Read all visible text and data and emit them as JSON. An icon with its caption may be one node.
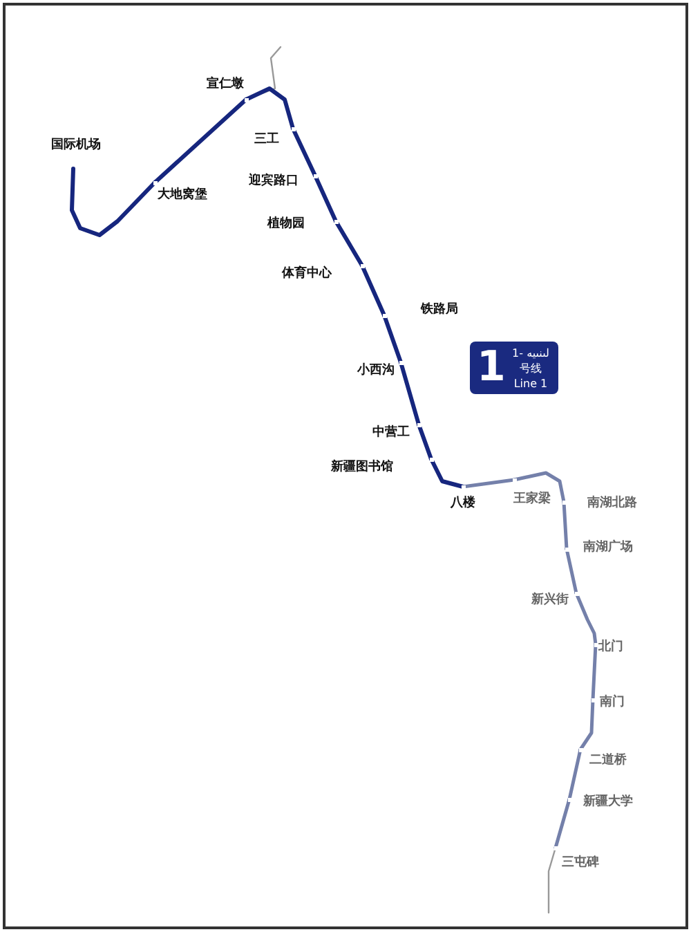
{
  "diagram": {
    "nodes": [
      {
        "text": [
          "国际机场"
        ]
      },
      {
        "text": [
          "大地窝堡"
        ]
      },
      {
        "text": [
          "宣仁墩"
        ]
      },
      {
        "text": [
          "三工"
        ]
      },
      {
        "text": [
          "迎宾路口"
        ]
      },
      {
        "text": [
          "植物园"
        ]
      },
      {
        "text": [
          "体育中心"
        ]
      },
      {
        "text": [
          "铁路局"
        ]
      },
      {
        "text": [
          "小西沟"
        ]
      },
      {
        "text": [
          "中营工"
        ]
      },
      {
        "text": [
          "新疆图书馆"
        ]
      },
      {
        "text": [
          "八楼"
        ]
      },
      {
        "text": [
          "王家梁"
        ]
      },
      {
        "text": [
          "南湖北路"
        ]
      },
      {
        "text": [
          "南湖广场"
        ]
      },
      {
        "text": [
          "新兴街"
        ]
      },
      {
        "text": [
          "北门"
        ]
      },
      {
        "text": [
          "南门"
        ]
      },
      {
        "text": [
          "二道桥"
        ]
      },
      {
        "text": [
          "新疆大学"
        ]
      },
      {
        "text": [
          "三屯碑"
        ]
      },
      {
        "text": [
          "1",
          "1- لىنىيە",
          "号线",
          "Line 1"
        ]
      }
    ],
    "edges": [
      {
        "from": 0,
        "to": 1,
        "arrow": "none"
      },
      {
        "from": 1,
        "to": 2,
        "arrow": "none"
      },
      {
        "from": 2,
        "to": 3,
        "arrow": "none"
      },
      {
        "from": 3,
        "to": 4,
        "arrow": "none"
      },
      {
        "from": 4,
        "to": 5,
        "arrow": "none"
      },
      {
        "from": 5,
        "to": 6,
        "arrow": "none"
      },
      {
        "from": 6,
        "to": 7,
        "arrow": "none"
      },
      {
        "from": 7,
        "to": 8,
        "arrow": "none"
      },
      {
        "from": 8,
        "to": 9,
        "arrow": "none"
      },
      {
        "from": 9,
        "to": 10,
        "arrow": "none"
      },
      {
        "from": 10,
        "to": 11,
        "arrow": "none"
      },
      {
        "from": 11,
        "to": 12,
        "arrow": "none",
        "color": "#7480aa"
      },
      {
        "from": 12,
        "to": 13,
        "arrow": "none",
        "color": "#7480aa"
      },
      {
        "from": 13,
        "to": 14,
        "arrow": "none",
        "color": "#7480aa"
      },
      {
        "from": 14,
        "to": 15,
        "arrow": "none",
        "color": "#7480aa"
      },
      {
        "from": 15,
        "to": 16,
        "arrow": "none",
        "color": "#7480aa"
      },
      {
        "from": 16,
        "to": 17,
        "arrow": "none",
        "color": "#7480aa"
      },
      {
        "from": 17,
        "to": 18,
        "arrow": "none",
        "color": "#7480aa"
      },
      {
        "from": 18,
        "to": 19,
        "arrow": "none",
        "color": "#7480aa"
      },
      {
        "from": 19,
        "to": 20,
        "arrow": "none",
        "color": "#7480aa"
      },
      {
        "from": null,
        "to": 2,
        "arrow": "none",
        "color": "#999999"
      },
      {
        "from": 20,
        "to": null,
        "arrow": "none",
        "color": "#999999"
      }
    ]
  }
}
